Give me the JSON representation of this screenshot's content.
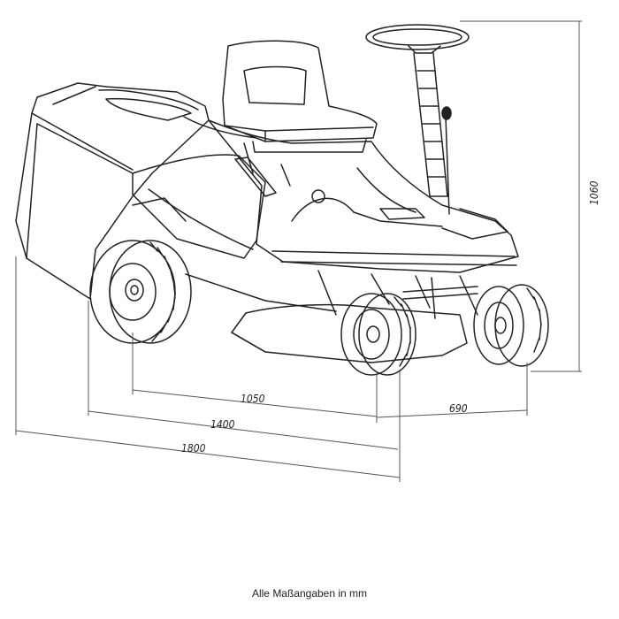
{
  "dimensions": {
    "wheelbase": "1050",
    "overall_length_mower": "1400",
    "overall_length_with_bag": "1800",
    "width": "690",
    "height": "1060"
  },
  "caption": "Alle Maßangaben in mm",
  "colors": {
    "line": "#222222",
    "dim_line": "#555555",
    "background": "#ffffff"
  }
}
